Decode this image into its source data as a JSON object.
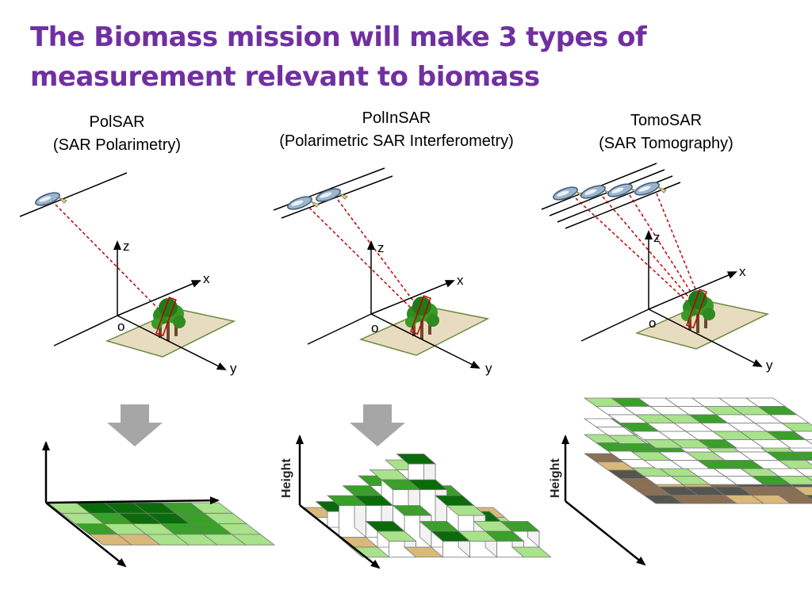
{
  "slide": {
    "title_line1": "The Biomass mission will make 3 types of",
    "title_line2": "measurement relevant to biomass"
  },
  "columns": [
    {
      "name": "PolSAR",
      "subtitle": "(SAR Polarimetry)"
    },
    {
      "name": "PolInSAR",
      "subtitle": "(Polarimetric SAR Interferometry)"
    },
    {
      "name": "TomoSAR",
      "subtitle": "(SAR Tomography)"
    }
  ],
  "axes": {
    "z": "z",
    "x": "x",
    "y": "y",
    "origin": "o"
  },
  "diagram_labels": {
    "height": "Height"
  },
  "colors": {
    "title": "#7030a0",
    "beam": "#c00000",
    "arrow_gray": "#a6a6a6",
    "ground": "#e8dcc0",
    "dark_green": "#0b6b0b",
    "mid_green": "#3aa02a",
    "light_green": "#a8e28a",
    "tan": "#d9b97a",
    "brown": "#8a6f55",
    "dark_gray": "#555550"
  },
  "icons": [
    "satellite-icon",
    "tree-icon",
    "down-arrow-icon"
  ]
}
